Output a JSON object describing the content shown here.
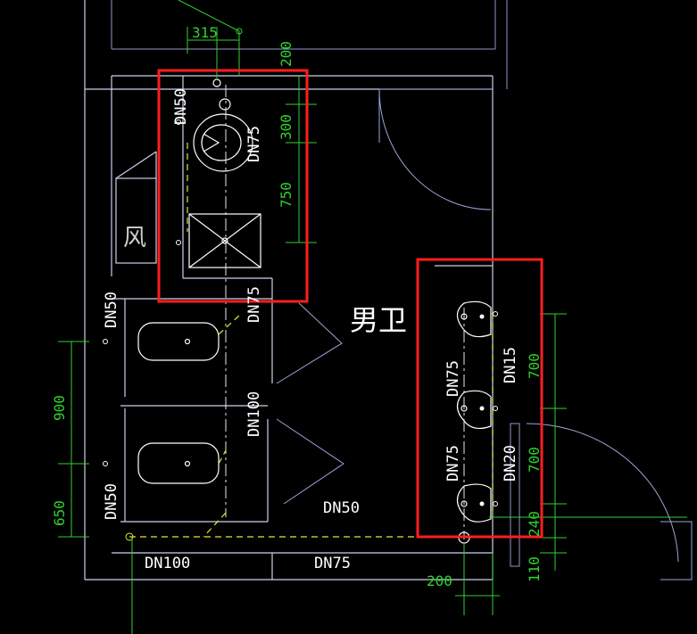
{
  "drawing": {
    "room_label": "男卫",
    "fan_label": "风"
  },
  "pipes": {
    "top_dn50": "DN50",
    "top_dn75": "DN75",
    "mid_dn75": "DN75",
    "mid_dn50": "DN50",
    "mid_dn100": "DN100",
    "low_dn50": "DN50",
    "bottom_dn50": "DN50",
    "bottom_dn100": "DN100",
    "bottom_dn75": "DN75",
    "urinal_dn75_top": "DN75",
    "urinal_dn75_bottom": "DN75",
    "urinal_dn15": "DN15",
    "urinal_dn20": "DN20"
  },
  "dimensions": {
    "d315": "315",
    "d200_top": "200",
    "d300": "300",
    "d750": "750",
    "d900": "900",
    "d650": "650",
    "d700_top": "700",
    "d700_bottom": "700",
    "d240": "240",
    "d110": "110",
    "d200_bottom": "200"
  },
  "colors": {
    "background": "#000000",
    "wall": "#c9d2ec",
    "dimension": "#2fd12f",
    "pipe": "#e6e63a",
    "highlight": "#ff1e1e"
  }
}
